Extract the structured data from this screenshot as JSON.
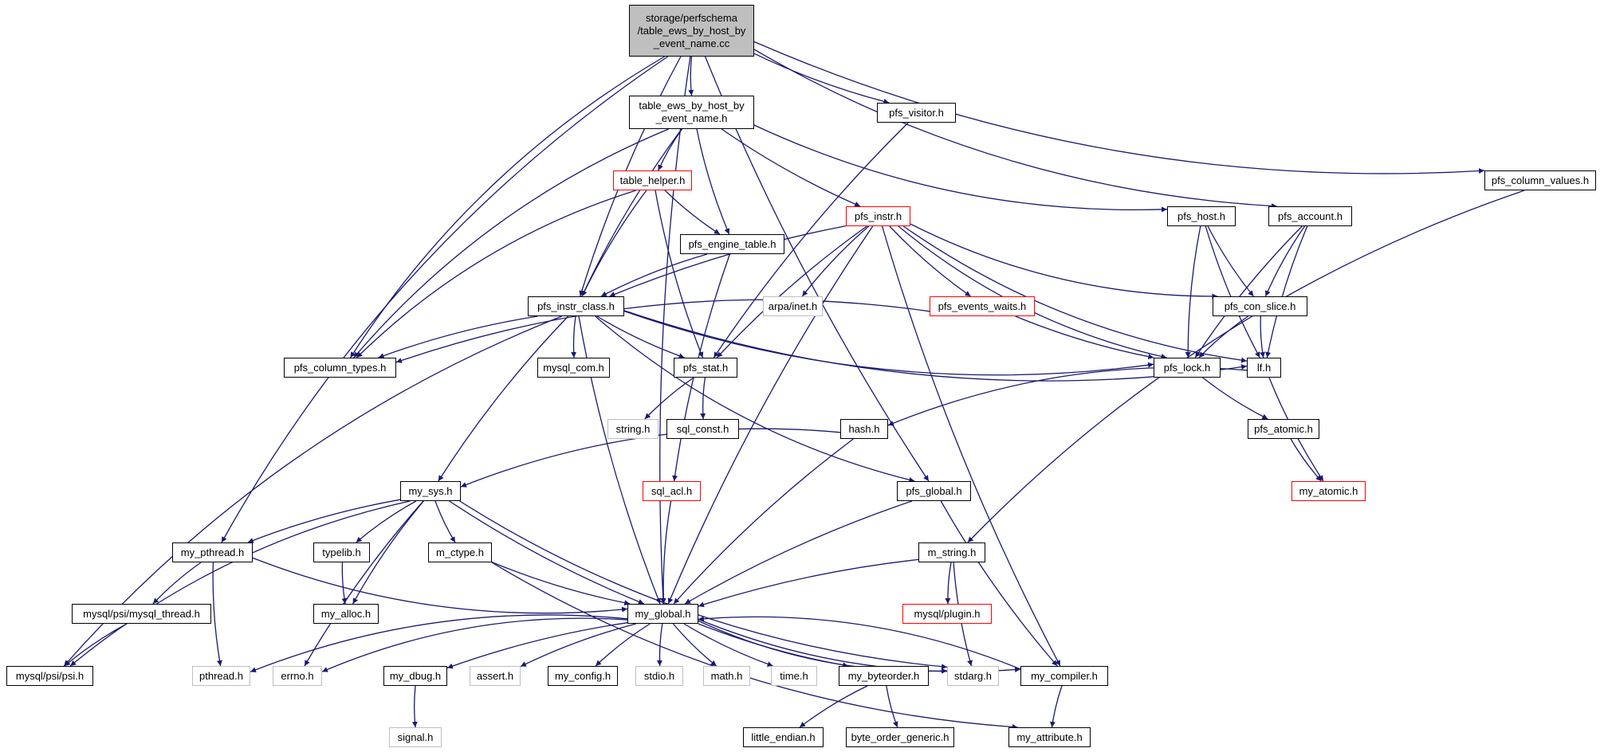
{
  "nodes": {
    "root": {
      "label": "storage/perfschema\n/table_ews_by_host_by\n_event_name.cc",
      "style": "root"
    },
    "table_ews_h": {
      "label": "table_ews_by_host_by\n_event_name.h",
      "style": "normal"
    },
    "pfs_visitor": {
      "label": "pfs_visitor.h",
      "style": "normal"
    },
    "pfs_column_values": {
      "label": "pfs_column_values.h",
      "style": "normal"
    },
    "table_helper": {
      "label": "table_helper.h",
      "style": "red"
    },
    "pfs_engine_table": {
      "label": "pfs_engine_table.h",
      "style": "normal"
    },
    "pfs_instr": {
      "label": "pfs_instr.h",
      "style": "red"
    },
    "pfs_host": {
      "label": "pfs_host.h",
      "style": "normal"
    },
    "pfs_account": {
      "label": "pfs_account.h",
      "style": "normal"
    },
    "pfs_instr_class": {
      "label": "pfs_instr_class.h",
      "style": "normal"
    },
    "arpa_inet": {
      "label": "arpa/inet.h",
      "style": "gray"
    },
    "pfs_events_waits": {
      "label": "pfs_events_waits.h",
      "style": "red"
    },
    "pfs_con_slice": {
      "label": "pfs_con_slice.h",
      "style": "normal"
    },
    "pfs_column_types": {
      "label": "pfs_column_types.h",
      "style": "normal"
    },
    "mysql_com": {
      "label": "mysql_com.h",
      "style": "normal"
    },
    "pfs_stat": {
      "label": "pfs_stat.h",
      "style": "normal"
    },
    "pfs_lock": {
      "label": "pfs_lock.h",
      "style": "normal"
    },
    "lf": {
      "label": "lf.h",
      "style": "normal"
    },
    "string_h": {
      "label": "string.h",
      "style": "gray"
    },
    "sql_const": {
      "label": "sql_const.h",
      "style": "normal"
    },
    "hash": {
      "label": "hash.h",
      "style": "normal"
    },
    "pfs_atomic": {
      "label": "pfs_atomic.h",
      "style": "normal"
    },
    "my_sys": {
      "label": "my_sys.h",
      "style": "normal"
    },
    "sql_acl": {
      "label": "sql_acl.h",
      "style": "red"
    },
    "pfs_global": {
      "label": "pfs_global.h",
      "style": "normal"
    },
    "my_atomic": {
      "label": "my_atomic.h",
      "style": "red"
    },
    "my_pthread": {
      "label": "my_pthread.h",
      "style": "normal"
    },
    "typelib": {
      "label": "typelib.h",
      "style": "normal"
    },
    "m_ctype": {
      "label": "m_ctype.h",
      "style": "normal"
    },
    "m_string": {
      "label": "m_string.h",
      "style": "normal"
    },
    "mysql_thread": {
      "label": "mysql/psi/mysql_thread.h",
      "style": "normal"
    },
    "my_alloc": {
      "label": "my_alloc.h",
      "style": "normal"
    },
    "my_global": {
      "label": "my_global.h",
      "style": "normal"
    },
    "mysql_plugin": {
      "label": "mysql/plugin.h",
      "style": "red"
    },
    "psi": {
      "label": "mysql/psi/psi.h",
      "style": "normal"
    },
    "pthread": {
      "label": "pthread.h",
      "style": "gray"
    },
    "errno": {
      "label": "errno.h",
      "style": "gray"
    },
    "my_dbug": {
      "label": "my_dbug.h",
      "style": "normal"
    },
    "assert": {
      "label": "assert.h",
      "style": "gray"
    },
    "my_config": {
      "label": "my_config.h",
      "style": "normal"
    },
    "stdio": {
      "label": "stdio.h",
      "style": "gray"
    },
    "math": {
      "label": "math.h",
      "style": "gray"
    },
    "time": {
      "label": "time.h",
      "style": "gray"
    },
    "my_byteorder": {
      "label": "my_byteorder.h",
      "style": "normal"
    },
    "stdarg": {
      "label": "stdarg.h",
      "style": "gray"
    },
    "my_compiler": {
      "label": "my_compiler.h",
      "style": "normal"
    },
    "signal": {
      "label": "signal.h",
      "style": "gray"
    },
    "little_endian": {
      "label": "little_endian.h",
      "style": "normal"
    },
    "byte_order_generic": {
      "label": "byte_order_generic.h",
      "style": "normal"
    },
    "my_attribute": {
      "label": "my_attribute.h",
      "style": "normal"
    }
  },
  "edges": [
    [
      "root",
      "table_ews_h"
    ],
    [
      "root",
      "pfs_visitor"
    ],
    [
      "root",
      "pfs_column_values"
    ],
    [
      "root",
      "pfs_account"
    ],
    [
      "root",
      "pfs_global"
    ],
    [
      "root",
      "pfs_instr_class"
    ],
    [
      "root",
      "pfs_column_types"
    ],
    [
      "root",
      "my_global"
    ],
    [
      "root",
      "my_pthread"
    ],
    [
      "table_ews_h",
      "table_helper"
    ],
    [
      "table_ews_h",
      "pfs_engine_table"
    ],
    [
      "table_ews_h",
      "pfs_instr"
    ],
    [
      "table_ews_h",
      "pfs_host"
    ],
    [
      "table_ews_h",
      "pfs_instr_class"
    ],
    [
      "table_ews_h",
      "pfs_column_types"
    ],
    [
      "pfs_visitor",
      "pfs_stat"
    ],
    [
      "pfs_column_values",
      "m_string"
    ],
    [
      "table_helper",
      "pfs_engine_table"
    ],
    [
      "table_helper",
      "pfs_instr_class"
    ],
    [
      "table_helper",
      "pfs_column_types"
    ],
    [
      "table_helper",
      "pfs_stat"
    ],
    [
      "pfs_engine_table",
      "pfs_instr_class"
    ],
    [
      "pfs_engine_table",
      "sql_acl"
    ],
    [
      "pfs_instr",
      "pfs_instr_class"
    ],
    [
      "pfs_instr",
      "arpa_inet"
    ],
    [
      "pfs_instr",
      "pfs_events_waits"
    ],
    [
      "pfs_instr",
      "pfs_con_slice"
    ],
    [
      "pfs_instr",
      "pfs_lock"
    ],
    [
      "pfs_instr",
      "lf"
    ],
    [
      "pfs_instr",
      "pfs_stat"
    ],
    [
      "pfs_instr",
      "my_global"
    ],
    [
      "pfs_instr",
      "my_compiler"
    ],
    [
      "pfs_host",
      "pfs_con_slice"
    ],
    [
      "pfs_host",
      "pfs_lock"
    ],
    [
      "pfs_host",
      "lf"
    ],
    [
      "pfs_account",
      "pfs_con_slice"
    ],
    [
      "pfs_account",
      "pfs_lock"
    ],
    [
      "pfs_account",
      "lf"
    ],
    [
      "pfs_instr_class",
      "pfs_column_types"
    ],
    [
      "pfs_instr_class",
      "mysql_com"
    ],
    [
      "pfs_instr_class",
      "pfs_stat"
    ],
    [
      "pfs_instr_class",
      "pfs_lock"
    ],
    [
      "pfs_instr_class",
      "lf"
    ],
    [
      "pfs_instr_class",
      "pfs_global"
    ],
    [
      "pfs_instr_class",
      "my_sys"
    ],
    [
      "pfs_instr_class",
      "psi"
    ],
    [
      "pfs_instr_class",
      "my_global"
    ],
    [
      "pfs_events_waits",
      "pfs_column_types"
    ],
    [
      "pfs_events_waits",
      "pfs_lock"
    ],
    [
      "pfs_con_slice",
      "pfs_lock"
    ],
    [
      "pfs_con_slice",
      "lf"
    ],
    [
      "pfs_stat",
      "string_h"
    ],
    [
      "pfs_stat",
      "sql_const"
    ],
    [
      "pfs_lock",
      "pfs_atomic"
    ],
    [
      "lf",
      "hash"
    ],
    [
      "lf",
      "my_atomic"
    ],
    [
      "pfs_atomic",
      "my_atomic"
    ],
    [
      "hash",
      "my_sys"
    ],
    [
      "hash",
      "my_global"
    ],
    [
      "sql_acl",
      "my_global"
    ],
    [
      "pfs_global",
      "my_global"
    ],
    [
      "pfs_global",
      "my_compiler"
    ],
    [
      "my_sys",
      "my_pthread"
    ],
    [
      "my_sys",
      "typelib"
    ],
    [
      "my_sys",
      "m_ctype"
    ],
    [
      "my_sys",
      "my_alloc"
    ],
    [
      "my_sys",
      "my_global"
    ],
    [
      "my_sys",
      "psi"
    ],
    [
      "my_sys",
      "errno"
    ],
    [
      "my_sys",
      "stdarg"
    ],
    [
      "my_pthread",
      "mysql_thread"
    ],
    [
      "my_pthread",
      "pthread"
    ],
    [
      "my_pthread",
      "my_global"
    ],
    [
      "mysql_thread",
      "psi"
    ],
    [
      "typelib",
      "my_alloc"
    ],
    [
      "m_ctype",
      "my_global"
    ],
    [
      "m_ctype",
      "my_attribute"
    ],
    [
      "m_string",
      "my_global"
    ],
    [
      "m_string",
      "mysql_plugin"
    ],
    [
      "m_string",
      "stdarg"
    ],
    [
      "my_global",
      "pthread"
    ],
    [
      "my_global",
      "errno"
    ],
    [
      "my_global",
      "my_dbug"
    ],
    [
      "my_global",
      "assert"
    ],
    [
      "my_global",
      "my_config"
    ],
    [
      "my_global",
      "stdio"
    ],
    [
      "my_global",
      "math"
    ],
    [
      "my_global",
      "time"
    ],
    [
      "my_global",
      "my_byteorder"
    ],
    [
      "my_global",
      "stdarg"
    ],
    [
      "my_global",
      "my_compiler"
    ],
    [
      "my_compiler",
      "my_global"
    ],
    [
      "my_compiler",
      "my_attribute"
    ],
    [
      "my_dbug",
      "signal"
    ],
    [
      "my_byteorder",
      "little_endian"
    ],
    [
      "my_byteorder",
      "byte_order_generic"
    ]
  ]
}
